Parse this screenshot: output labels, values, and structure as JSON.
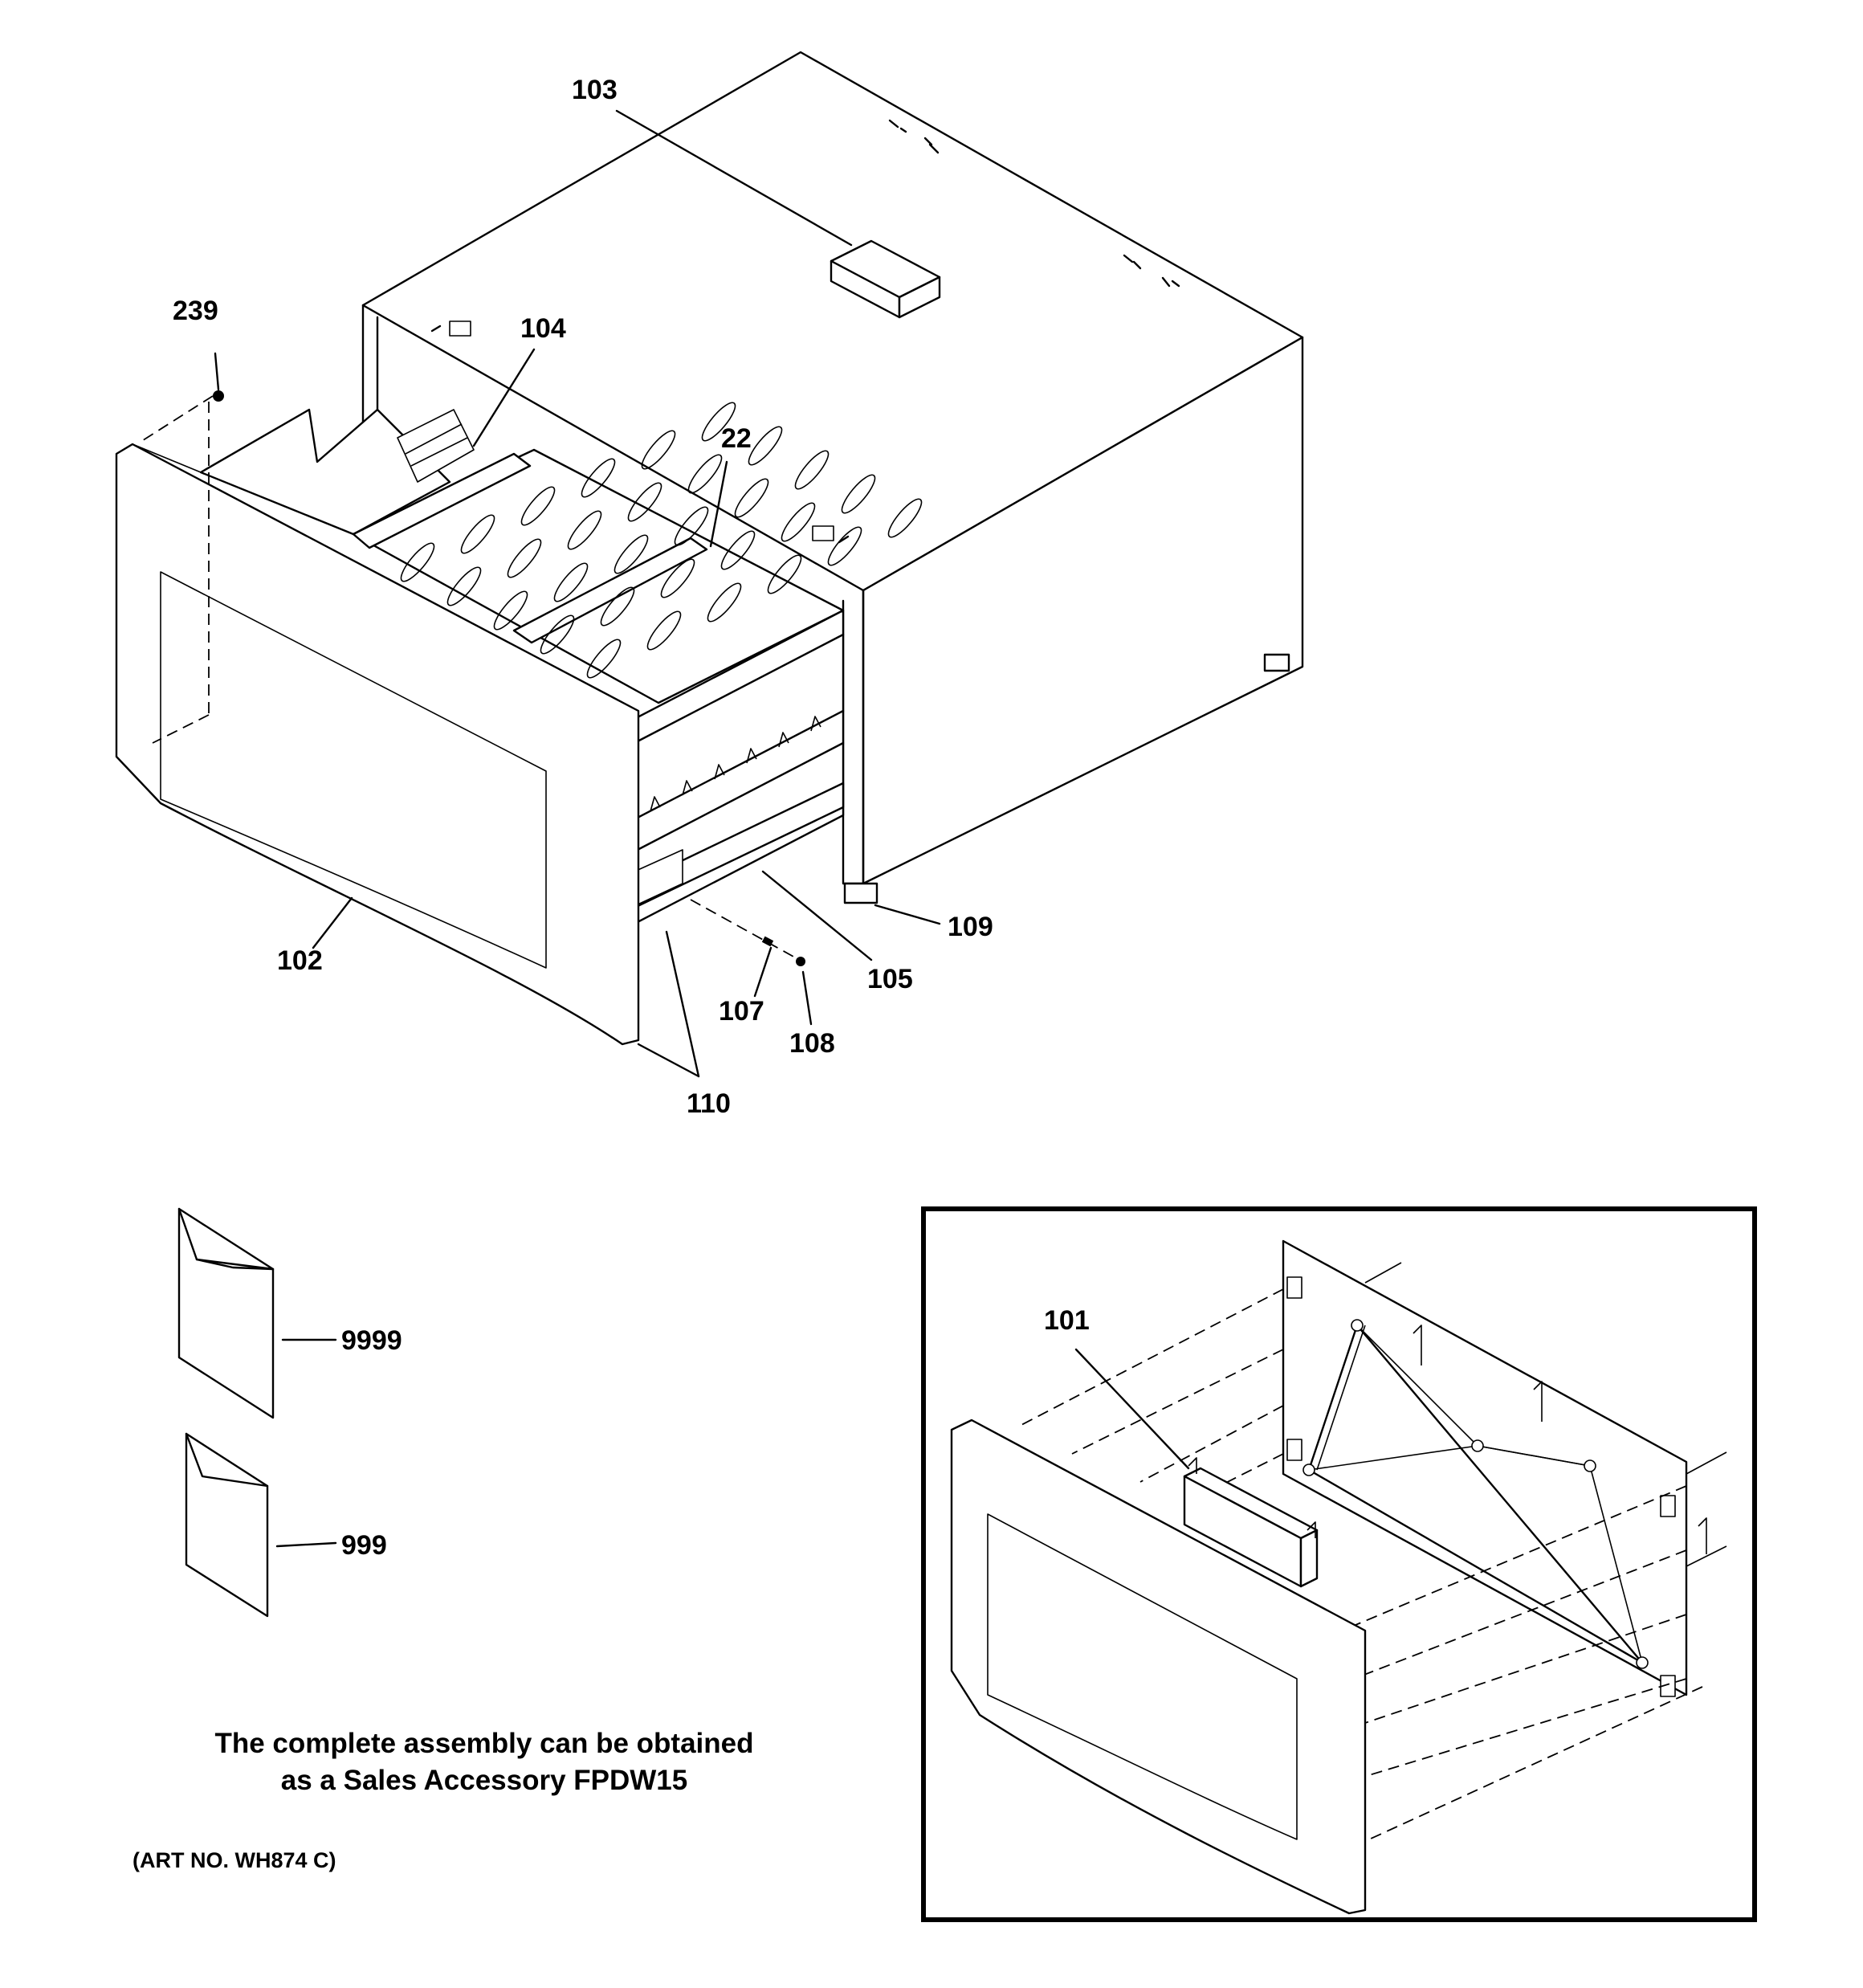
{
  "diagram": {
    "callouts": {
      "c103": "103",
      "c239": "239",
      "c104": "104",
      "c22": "22",
      "c102": "102",
      "c109": "109",
      "c105": "105",
      "c107": "107",
      "c108": "108",
      "c110": "110",
      "c9999": "9999",
      "c999": "999",
      "c101": "101"
    },
    "note": {
      "line1": "The complete assembly can be obtained",
      "line2": "as a Sales Accessory FPDW15"
    },
    "art_number": "(ART NO. WH874 C)"
  }
}
